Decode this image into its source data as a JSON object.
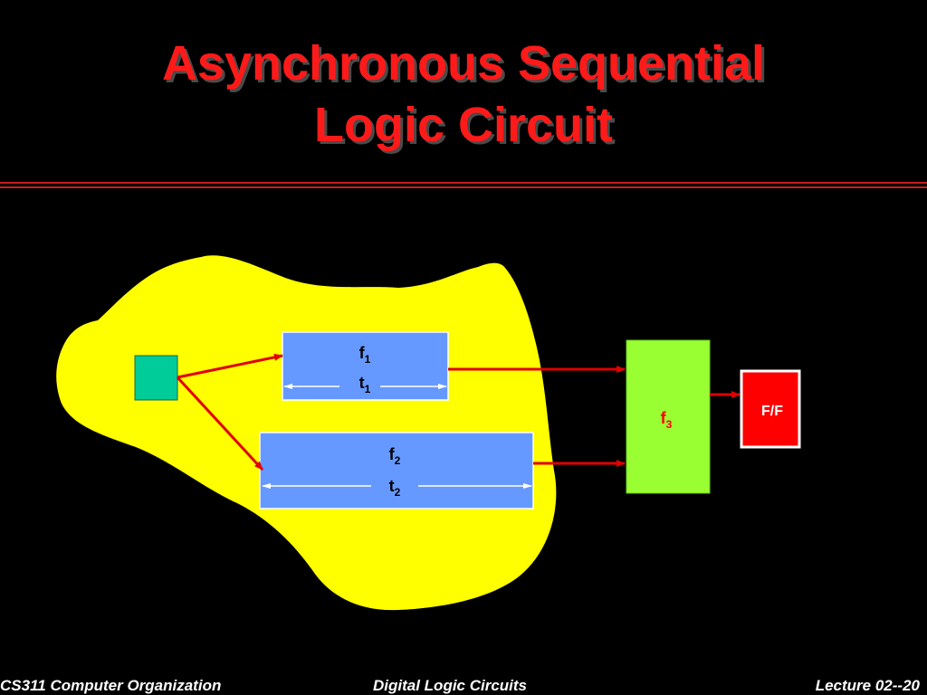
{
  "title": {
    "line1": "Asynchronous Sequential",
    "line2": "Logic Circuit"
  },
  "diagram": {
    "block_f1": {
      "main": "f",
      "sub": "1",
      "time_main": "t",
      "time_sub": "1"
    },
    "block_f2": {
      "main": "f",
      "sub": "2",
      "time_main": "t",
      "time_sub": "2"
    },
    "block_f3": {
      "main": "f",
      "sub": "3"
    },
    "flipflop": {
      "label": "F/F"
    }
  },
  "footer": {
    "left": "CS311 Computer Organization",
    "center": "Digital  Logic Circuits",
    "right": "Lecture 02--20"
  },
  "colors": {
    "background": "#000000",
    "title": "#ff1a1a",
    "rule": "#c81e1e",
    "blob": "#ffff00",
    "source": "#00cc99",
    "block": "#6699ff",
    "f3_block": "#99ff33",
    "flipflop": "#ff0000",
    "arrow": "#e00000"
  }
}
